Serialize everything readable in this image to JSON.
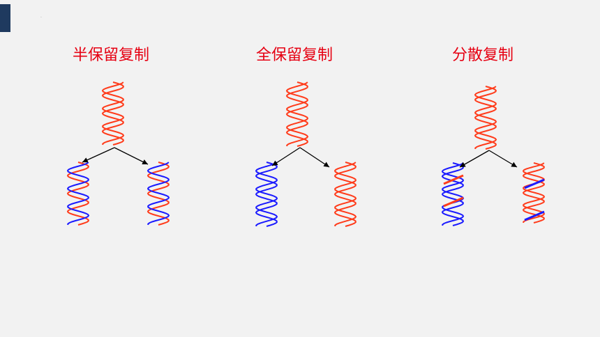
{
  "titles": {
    "semi": "半保留复制",
    "full": "全保留复制",
    "dispersive": "分散复制"
  },
  "colors": {
    "red": "#ff3b1a",
    "blue": "#1a1aff",
    "arrow": "#000000",
    "corner": "#1f3a5f",
    "title": "#e60012"
  },
  "helices": [
    {
      "id": "semi-parent",
      "strand1": "red",
      "strand2": "red"
    },
    {
      "id": "semi-child-left",
      "strand1": "red",
      "strand2": "blue"
    },
    {
      "id": "semi-child-right",
      "strand1": "red",
      "strand2": "blue"
    },
    {
      "id": "full-parent",
      "strand1": "red",
      "strand2": "red"
    },
    {
      "id": "full-child-left",
      "strand1": "blue",
      "strand2": "blue"
    },
    {
      "id": "full-child-right",
      "strand1": "red",
      "strand2": "red"
    },
    {
      "id": "disp-parent",
      "strand1": "red",
      "strand2": "red"
    },
    {
      "id": "disp-child-left",
      "strand1": "blue",
      "strand2": "blue",
      "accent": "red"
    },
    {
      "id": "disp-child-right",
      "strand1": "red",
      "strand2": "red",
      "accent": "blue"
    }
  ]
}
